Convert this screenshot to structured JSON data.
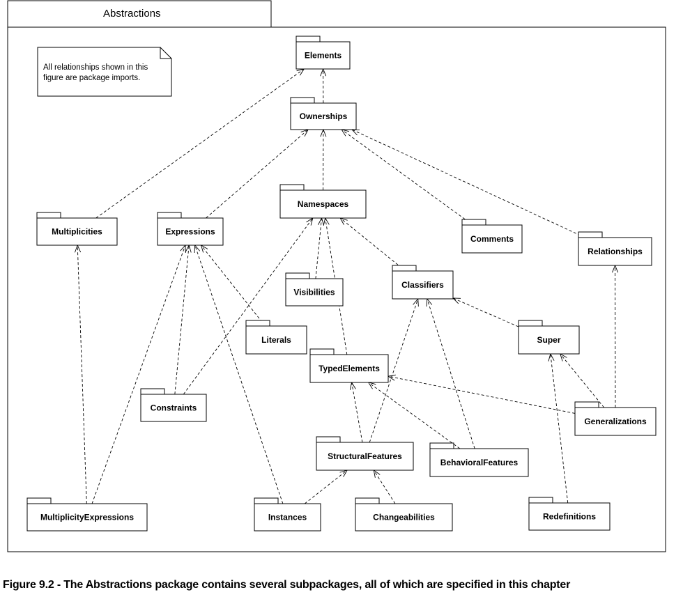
{
  "frame": {
    "title": "Abstractions"
  },
  "note": {
    "lines": [
      "All relationships shown in this",
      "figure are package imports."
    ]
  },
  "packages": {
    "elements": "Elements",
    "ownerships": "Ownerships",
    "namespaces": "Namespaces",
    "multiplicities": "Multiplicities",
    "expressions": "Expressions",
    "comments": "Comments",
    "relationships": "Relationships",
    "visibilities": "Visibilities",
    "classifiers": "Classifiers",
    "literals": "Literals",
    "super": "Super",
    "typed_elements": "TypedElements",
    "constraints": "Constraints",
    "generalizations": "Generalizations",
    "structural_features": "StructuralFeatures",
    "behavioral_features": "BehavioralFeatures",
    "multiplicity_expressions": "MultiplicityExpressions",
    "instances": "Instances",
    "changeabilities": "Changeabilities",
    "redefinitions": "Redefinitions"
  },
  "imports": [
    [
      "ownerships",
      "elements"
    ],
    [
      "namespaces",
      "ownerships"
    ],
    [
      "multiplicities",
      "elements"
    ],
    [
      "expressions",
      "ownerships"
    ],
    [
      "comments",
      "ownerships"
    ],
    [
      "relationships",
      "ownerships"
    ],
    [
      "visibilities",
      "namespaces"
    ],
    [
      "classifiers",
      "namespaces"
    ],
    [
      "typed_elements",
      "namespaces"
    ],
    [
      "constraints",
      "namespaces"
    ],
    [
      "literals",
      "expressions"
    ],
    [
      "constraints",
      "expressions"
    ],
    [
      "instances",
      "expressions"
    ],
    [
      "multiplicity_expressions",
      "expressions"
    ],
    [
      "multiplicity_expressions",
      "multiplicities"
    ],
    [
      "super",
      "classifiers"
    ],
    [
      "structural_features",
      "classifiers"
    ],
    [
      "behavioral_features",
      "classifiers"
    ],
    [
      "structural_features",
      "typed_elements"
    ],
    [
      "behavioral_features",
      "typed_elements"
    ],
    [
      "generalizations",
      "typed_elements"
    ],
    [
      "generalizations",
      "super"
    ],
    [
      "generalizations",
      "relationships"
    ],
    [
      "redefinitions",
      "super"
    ],
    [
      "instances",
      "structural_features"
    ],
    [
      "changeabilities",
      "structural_features"
    ]
  ],
  "caption": "Figure 9.2 - The Abstractions package contains several subpackages, all of which are specified in this chapter"
}
